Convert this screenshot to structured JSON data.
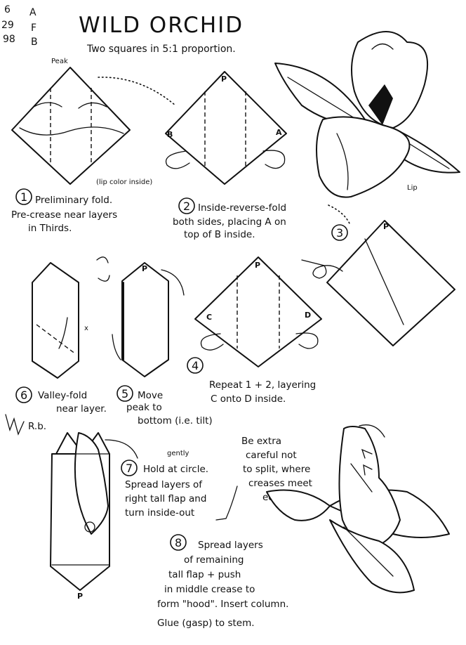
{
  "header": {
    "codes": [
      "6",
      "29",
      "98"
    ],
    "code_letters": [
      "A",
      "F",
      "B"
    ],
    "title": "WILD ORCHID",
    "subtitle": "Two squares in 5:1 proportion."
  },
  "labels": {
    "peak": "Peak",
    "p": "P",
    "a": "A",
    "b": "B",
    "c": "C",
    "d": "D",
    "x": "x",
    "lip_color_inside": "(lip color inside)",
    "lip": "Lip"
  },
  "steps": [
    {
      "number": "1",
      "lines": [
        "Preliminary fold.",
        "Pre-crease near layers",
        "in Thirds."
      ]
    },
    {
      "number": "2",
      "lines": [
        "Inside-reverse-fold",
        "both sides, placing A on",
        "top of B inside."
      ]
    },
    {
      "number": "3",
      "lines": []
    },
    {
      "number": "4",
      "lines": [
        "Repeat 1 + 2, layering",
        "C onto D inside."
      ]
    },
    {
      "number": "5",
      "lines": [
        "Move",
        "peak to",
        "bottom (i.e. tilt)"
      ]
    },
    {
      "number": "6",
      "lines": [
        "Valley-fold",
        "near layer."
      ]
    },
    {
      "number": "7",
      "lines": [
        "gently",
        "Hold at circle.",
        "Spread layers of",
        "right tall flap and",
        "turn inside-out"
      ]
    },
    {
      "number": "8",
      "lines": [
        "Spread layers",
        "of remaining",
        "tall flap + push",
        "in middle crease to",
        "form \"hood\". Insert column.",
        "Glue (gasp) to stem."
      ]
    }
  ],
  "notes": {
    "rb": "R.b.",
    "careful": [
      "Be extra",
      "careful not",
      "to split, where",
      "creases meet",
      "edge"
    ]
  },
  "icons": [
    "rotate-arrow-icon",
    "curl-arrow-icon",
    "fold-arrow-icon",
    "zigzag-arrow-icon"
  ]
}
